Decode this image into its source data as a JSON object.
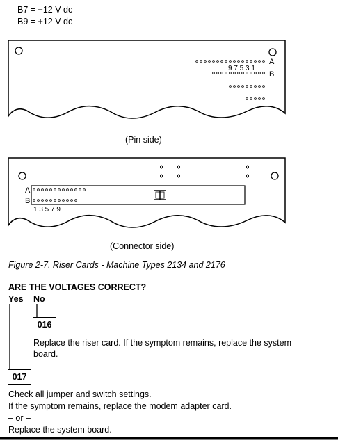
{
  "voltages": {
    "b7": "B7 = −12 V dc",
    "b9": "B9 = +12 V dc"
  },
  "pin_side": {
    "caption": "(Pin side)",
    "row_a_label": "A",
    "row_b_label": "B",
    "pin_numbers": "9 7 5 3 1"
  },
  "connector_side": {
    "caption": "(Connector side)",
    "row_a_label": "A",
    "row_b_label": "B",
    "pin_numbers": "1 3 5 7 9"
  },
  "figure_caption": "Figure   2-7.  Riser Cards - Machine Types 2134 and 2176",
  "question": "ARE THE VOLTAGES CORRECT?",
  "answers": {
    "yes": "Yes",
    "no": "No"
  },
  "step_016": {
    "number": "016",
    "text_line1": "Replace the riser card.  If the symptom remains, replace the system",
    "text_line2": "board."
  },
  "step_017": {
    "number": "017",
    "line1": "Check all jumper and switch settings.",
    "line2": "If the symptom remains, replace the modem adapter card.",
    "line3": "–  or  –",
    "line4": "Replace the system board."
  }
}
